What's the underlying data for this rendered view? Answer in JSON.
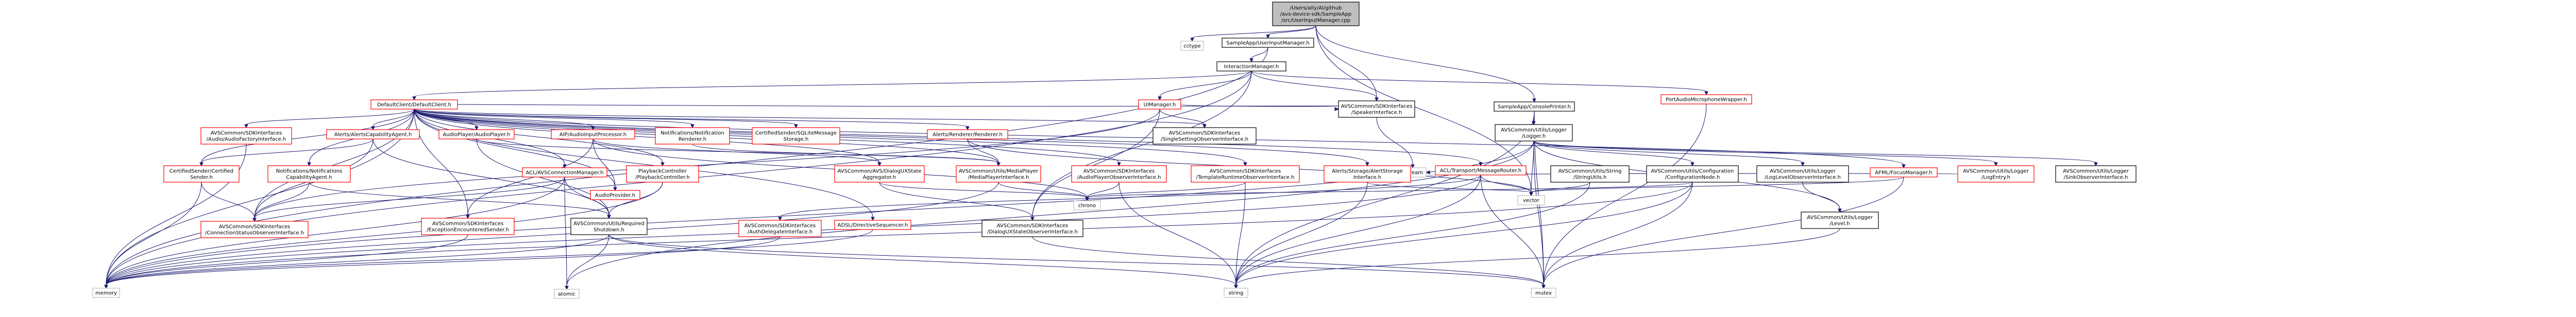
{
  "graph": {
    "nodes": [
      {
        "id": "root",
        "lines": [
          "/Users/ally/Al/github",
          "/avs-device-sdk/SampleApp",
          "/src/UserInputManager.cpp"
        ],
        "style": "root"
      },
      {
        "id": "cctype",
        "lines": [
          "cctype"
        ],
        "style": "grey"
      },
      {
        "id": "uim_h",
        "lines": [
          "SampleApp/UserInputManager.h"
        ],
        "style": "normal"
      },
      {
        "id": "interaction",
        "lines": [
          "InteractionManager.h"
        ],
        "style": "normal"
      },
      {
        "id": "consoleprinter",
        "lines": [
          "SampleApp/ConsolePrinter.h"
        ],
        "style": "normal"
      },
      {
        "id": "portaudio",
        "lines": [
          "PortAudioMicrophoneWrapper.h"
        ],
        "style": "red"
      },
      {
        "id": "defaultclient",
        "lines": [
          "DefaultClient/DefaultClient.h"
        ],
        "style": "red"
      },
      {
        "id": "uimanager",
        "lines": [
          "UIManager.h"
        ],
        "style": "red"
      },
      {
        "id": "speakerintf",
        "lines": [
          "AVSCommon/SDKInterfaces",
          "/SpeakerInterface.h"
        ],
        "style": "normal"
      },
      {
        "id": "logger",
        "lines": [
          "AVSCommon/Utils/Logger",
          "/Logger.h"
        ],
        "style": "normal"
      },
      {
        "id": "audiofactory",
        "lines": [
          "AVSCommon/SDKInterfaces",
          "/Audio/AudioFactoryInterface.h"
        ],
        "style": "red"
      },
      {
        "id": "alertscap",
        "lines": [
          "Alerts/AlertsCapabilityAgent.h"
        ],
        "style": "red"
      },
      {
        "id": "audioplayer",
        "lines": [
          "AudioPlayer/AudioPlayer.h"
        ],
        "style": "red"
      },
      {
        "id": "aipaudio",
        "lines": [
          "AIP/AudioInputProcessor.h"
        ],
        "style": "red"
      },
      {
        "id": "notifrenderer",
        "lines": [
          "Notifications/Notification",
          "Renderer.h"
        ],
        "style": "red"
      },
      {
        "id": "certsqlite",
        "lines": [
          "CertifiedSender/SQLiteMessage",
          "Storage.h"
        ],
        "style": "red"
      },
      {
        "id": "alertsrenderer",
        "lines": [
          "Alerts/Renderer/Renderer.h"
        ],
        "style": "red"
      },
      {
        "id": "singlesetting",
        "lines": [
          "AVSCommon/SDKInterfaces",
          "/SingleSettingObserverInterface.h"
        ],
        "style": "normal"
      },
      {
        "id": "sstream",
        "lines": [
          "sstream"
        ],
        "style": "grey"
      },
      {
        "id": "certsender",
        "lines": [
          "CertifiedSender/Certified",
          "Sender.h"
        ],
        "style": "red"
      },
      {
        "id": "notifcap",
        "lines": [
          "Notifications/Notifications",
          "CapabilityAgent.h"
        ],
        "style": "red"
      },
      {
        "id": "aclconn",
        "lines": [
          "ACL/AVSConnectionManager.h"
        ],
        "style": "red"
      },
      {
        "id": "playbackctrl",
        "lines": [
          "PlaybackController",
          "/PlaybackController.h"
        ],
        "style": "red"
      },
      {
        "id": "audioprovider",
        "lines": [
          "AudioProvider.h"
        ],
        "style": "red"
      },
      {
        "id": "dialogux",
        "lines": [
          "AVSCommon/AVS/DialogUXState",
          "Aggregator.h"
        ],
        "style": "red"
      },
      {
        "id": "mediaplayer",
        "lines": [
          "AVSCommon/Utils/MediaPlayer",
          "/MediaPlayerInterface.h"
        ],
        "style": "red"
      },
      {
        "id": "audioplayerobs",
        "lines": [
          "AVSCommon/SDKInterfaces",
          "/AudioPlayerObserverInterface.h"
        ],
        "style": "red"
      },
      {
        "id": "templateruntime",
        "lines": [
          "AVSCommon/SDKInterfaces",
          "/TemplateRuntimeObserverInterface.h"
        ],
        "style": "red"
      },
      {
        "id": "alertstorage",
        "lines": [
          "Alerts/Storage/AlertStorage",
          "Interface.h"
        ],
        "style": "red"
      },
      {
        "id": "acltransport",
        "lines": [
          "ACL/Transport/MessageRouter.h"
        ],
        "style": "red"
      },
      {
        "id": "stringutil",
        "lines": [
          "AVSCommon/Utils/String",
          "/StringUtils.h"
        ],
        "style": "normal"
      },
      {
        "id": "confignode",
        "lines": [
          "AVSCommon/Utils/Configuration",
          "/ConfigurationNode.h"
        ],
        "style": "normal"
      },
      {
        "id": "loglevelobs",
        "lines": [
          "AVSCommon/Utils/Logger",
          "/LogLevelObserverInterface.h"
        ],
        "style": "normal"
      },
      {
        "id": "afmlfocus",
        "lines": [
          "AFML/FocusManager.h"
        ],
        "style": "red"
      },
      {
        "id": "logentry",
        "lines": [
          "AVSCommon/Utils/Logger",
          "/LogEntry.h"
        ],
        "style": "red"
      },
      {
        "id": "sinkobs",
        "lines": [
          "AVSCommon/Utils/Logger",
          "/SinkObserverInterface.h"
        ],
        "style": "normal"
      },
      {
        "id": "connstatus",
        "lines": [
          "AVSCommon/SDKInterfaces",
          "/ConnectionStatusObserverInterface.h"
        ],
        "style": "red"
      },
      {
        "id": "exceptionsender",
        "lines": [
          "AVSCommon/SDKInterfaces",
          "/ExceptionEncounteredSender.h"
        ],
        "style": "red"
      },
      {
        "id": "requireshutdown",
        "lines": [
          "AVSCommon/Utils/Required",
          "Shutdown.h"
        ],
        "style": "normal"
      },
      {
        "id": "authdelegate",
        "lines": [
          "AVSCommon/SDKInterfaces",
          "/AuthDelegateInterface.h"
        ],
        "style": "red"
      },
      {
        "id": "adsl",
        "lines": [
          "ADSL/DirectiveSequencer.h"
        ],
        "style": "red"
      },
      {
        "id": "dialoguxobs",
        "lines": [
          "AVSCommon/SDKInterfaces",
          "/DialogUXStateObserverInterface.h"
        ],
        "style": "normal"
      },
      {
        "id": "chrono",
        "lines": [
          "chrono"
        ],
        "style": "grey"
      },
      {
        "id": "vector",
        "lines": [
          "vector"
        ],
        "style": "grey"
      },
      {
        "id": "loglevel",
        "lines": [
          "AVSCommon/Utils/Logger",
          "/Level.h"
        ],
        "style": "normal"
      },
      {
        "id": "memory",
        "lines": [
          "memory"
        ],
        "style": "grey"
      },
      {
        "id": "atomic",
        "lines": [
          "atomic"
        ],
        "style": "grey"
      },
      {
        "id": "string",
        "lines": [
          "string"
        ],
        "style": "grey"
      },
      {
        "id": "mutex",
        "lines": [
          "mutex"
        ],
        "style": "grey"
      }
    ],
    "edges": [
      [
        "root",
        "cctype"
      ],
      [
        "root",
        "uim_h"
      ],
      [
        "root",
        "speakerintf"
      ],
      [
        "root",
        "consoleprinter"
      ],
      [
        "root",
        "vector"
      ],
      [
        "uim_h",
        "interaction"
      ],
      [
        "uim_h",
        "memory"
      ],
      [
        "interaction",
        "defaultclient"
      ],
      [
        "interaction",
        "uimanager"
      ],
      [
        "interaction",
        "portaudio"
      ],
      [
        "interaction",
        "speakerintf"
      ],
      [
        "interaction",
        "memory"
      ],
      [
        "interaction",
        "dialoguxobs"
      ],
      [
        "consoleprinter",
        "logger"
      ],
      [
        "consoleprinter",
        "mutex"
      ],
      [
        "consoleprinter",
        "string"
      ],
      [
        "portaudio",
        "mutex"
      ],
      [
        "uimanager",
        "speakerintf"
      ],
      [
        "uimanager",
        "singlesetting"
      ],
      [
        "uimanager",
        "dialoguxobs"
      ],
      [
        "uimanager",
        "connstatus"
      ],
      [
        "speakerintf",
        "sstream"
      ],
      [
        "defaultclient",
        "audiofactory"
      ],
      [
        "defaultclient",
        "alertscap"
      ],
      [
        "defaultclient",
        "audioplayer"
      ],
      [
        "defaultclient",
        "aipaudio"
      ],
      [
        "defaultclient",
        "notifrenderer"
      ],
      [
        "defaultclient",
        "certsqlite"
      ],
      [
        "defaultclient",
        "alertsrenderer"
      ],
      [
        "defaultclient",
        "singlesetting"
      ],
      [
        "defaultclient",
        "speakerintf"
      ],
      [
        "defaultclient",
        "certsender"
      ],
      [
        "defaultclient",
        "notifcap"
      ],
      [
        "defaultclient",
        "aclconn"
      ],
      [
        "defaultclient",
        "playbackctrl"
      ],
      [
        "defaultclient",
        "audioprovider"
      ],
      [
        "defaultclient",
        "dialogux"
      ],
      [
        "defaultclient",
        "mediaplayer"
      ],
      [
        "defaultclient",
        "audioplayerobs"
      ],
      [
        "defaultclient",
        "templateruntime"
      ],
      [
        "defaultclient",
        "alertstorage"
      ],
      [
        "defaultclient",
        "acltransport"
      ],
      [
        "defaultclient",
        "afmlfocus"
      ],
      [
        "defaultclient",
        "adsl"
      ],
      [
        "defaultclient",
        "connstatus"
      ],
      [
        "defaultclient",
        "exceptionsender"
      ],
      [
        "defaultclient",
        "memory"
      ],
      [
        "logger",
        "loglevelobs"
      ],
      [
        "logger",
        "logentry"
      ],
      [
        "logger",
        "sinkobs"
      ],
      [
        "logger",
        "loglevel"
      ],
      [
        "logger",
        "confignode"
      ],
      [
        "logger",
        "mutex"
      ],
      [
        "logger",
        "vector"
      ],
      [
        "logger",
        "memory"
      ],
      [
        "logger",
        "atomic"
      ],
      [
        "audiofactory",
        "memory"
      ],
      [
        "alertscap",
        "certsender"
      ],
      [
        "alertscap",
        "requireshutdown"
      ],
      [
        "alertscap",
        "connstatus"
      ],
      [
        "audioplayer",
        "mediaplayer"
      ],
      [
        "audioplayer",
        "requireshutdown"
      ],
      [
        "aipaudio",
        "audioprovider"
      ],
      [
        "aipaudio",
        "dialogux"
      ],
      [
        "aipaudio",
        "exceptionsender"
      ],
      [
        "aipaudio",
        "chrono"
      ],
      [
        "notifrenderer",
        "mediaplayer"
      ],
      [
        "alertsrenderer",
        "mediaplayer"
      ],
      [
        "alertsrenderer",
        "vector"
      ],
      [
        "certsender",
        "connstatus"
      ],
      [
        "certsender",
        "memory"
      ],
      [
        "notifcap",
        "connstatus"
      ],
      [
        "notifcap",
        "requireshutdown"
      ],
      [
        "aclconn",
        "requireshutdown"
      ],
      [
        "aclconn",
        "connstatus"
      ],
      [
        "aclconn",
        "memory"
      ],
      [
        "aclconn",
        "atomic"
      ],
      [
        "playbackctrl",
        "requireshutdown"
      ],
      [
        "playbackctrl",
        "memory"
      ],
      [
        "dialogux",
        "dialoguxobs"
      ],
      [
        "dialogux",
        "chrono"
      ],
      [
        "mediaplayer",
        "chrono"
      ],
      [
        "mediaplayer",
        "memory"
      ],
      [
        "audioplayerobs",
        "chrono"
      ],
      [
        "audioplayerobs",
        "string"
      ],
      [
        "templateruntime",
        "chrono"
      ],
      [
        "templateruntime",
        "string"
      ],
      [
        "alertstorage",
        "string"
      ],
      [
        "alertstorage",
        "vector"
      ],
      [
        "acltransport",
        "authdelegate"
      ],
      [
        "acltransport",
        "memory"
      ],
      [
        "acltransport",
        "mutex"
      ],
      [
        "acltransport",
        "string"
      ],
      [
        "acltransport",
        "vector"
      ],
      [
        "stringutil",
        "string"
      ],
      [
        "stringutil",
        "vector"
      ],
      [
        "confignode",
        "chrono"
      ],
      [
        "confignode",
        "mutex"
      ],
      [
        "confignode",
        "string"
      ],
      [
        "confignode",
        "memory"
      ],
      [
        "loglevelobs",
        "loglevel"
      ],
      [
        "afmlfocus",
        "vector"
      ],
      [
        "afmlfocus",
        "mutex"
      ],
      [
        "logentry",
        "sstream"
      ],
      [
        "loglevel",
        "string"
      ],
      [
        "requireshutdown",
        "memory"
      ],
      [
        "requireshutdown",
        "mutex"
      ],
      [
        "requireshutdown",
        "string"
      ],
      [
        "requireshutdown",
        "atomic"
      ],
      [
        "exceptionsender",
        "memory"
      ],
      [
        "authdelegate",
        "memory"
      ],
      [
        "adsl",
        "memory"
      ],
      [
        "dialoguxobs",
        "mutex"
      ]
    ]
  }
}
